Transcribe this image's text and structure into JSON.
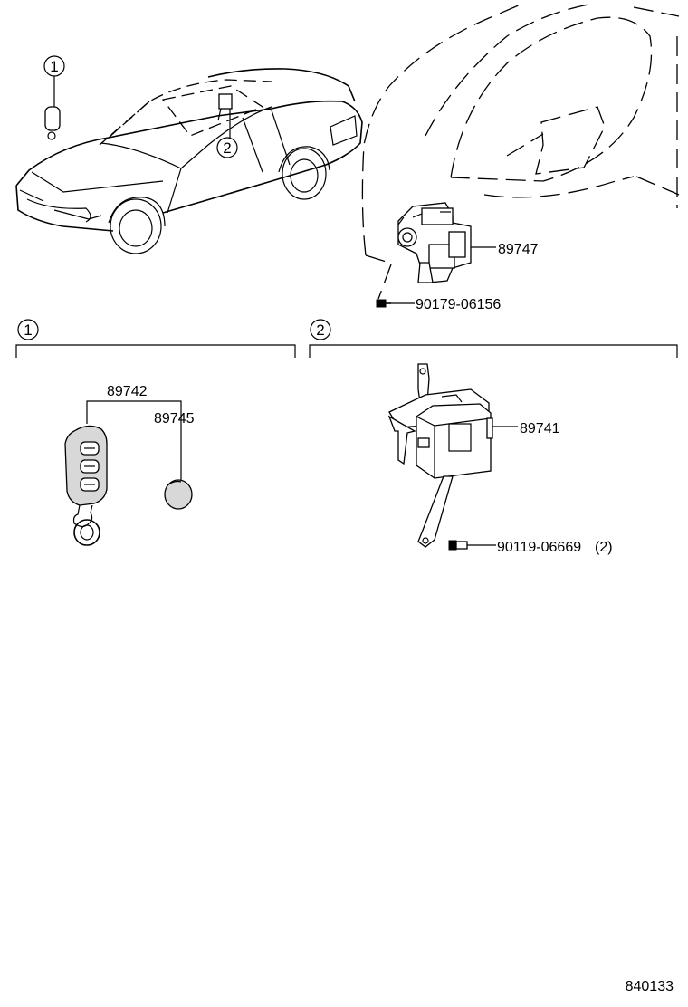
{
  "callouts": {
    "c1": "1",
    "c2": "2"
  },
  "parts": {
    "receiver": "89747",
    "receiver_screw": "90179-06156",
    "transmitter": "89742",
    "battery": "89745",
    "ecu": "89741",
    "ecu_bolt": "90119-06669",
    "ecu_bolt_qty": "(2)"
  },
  "illustration_number": "840133"
}
